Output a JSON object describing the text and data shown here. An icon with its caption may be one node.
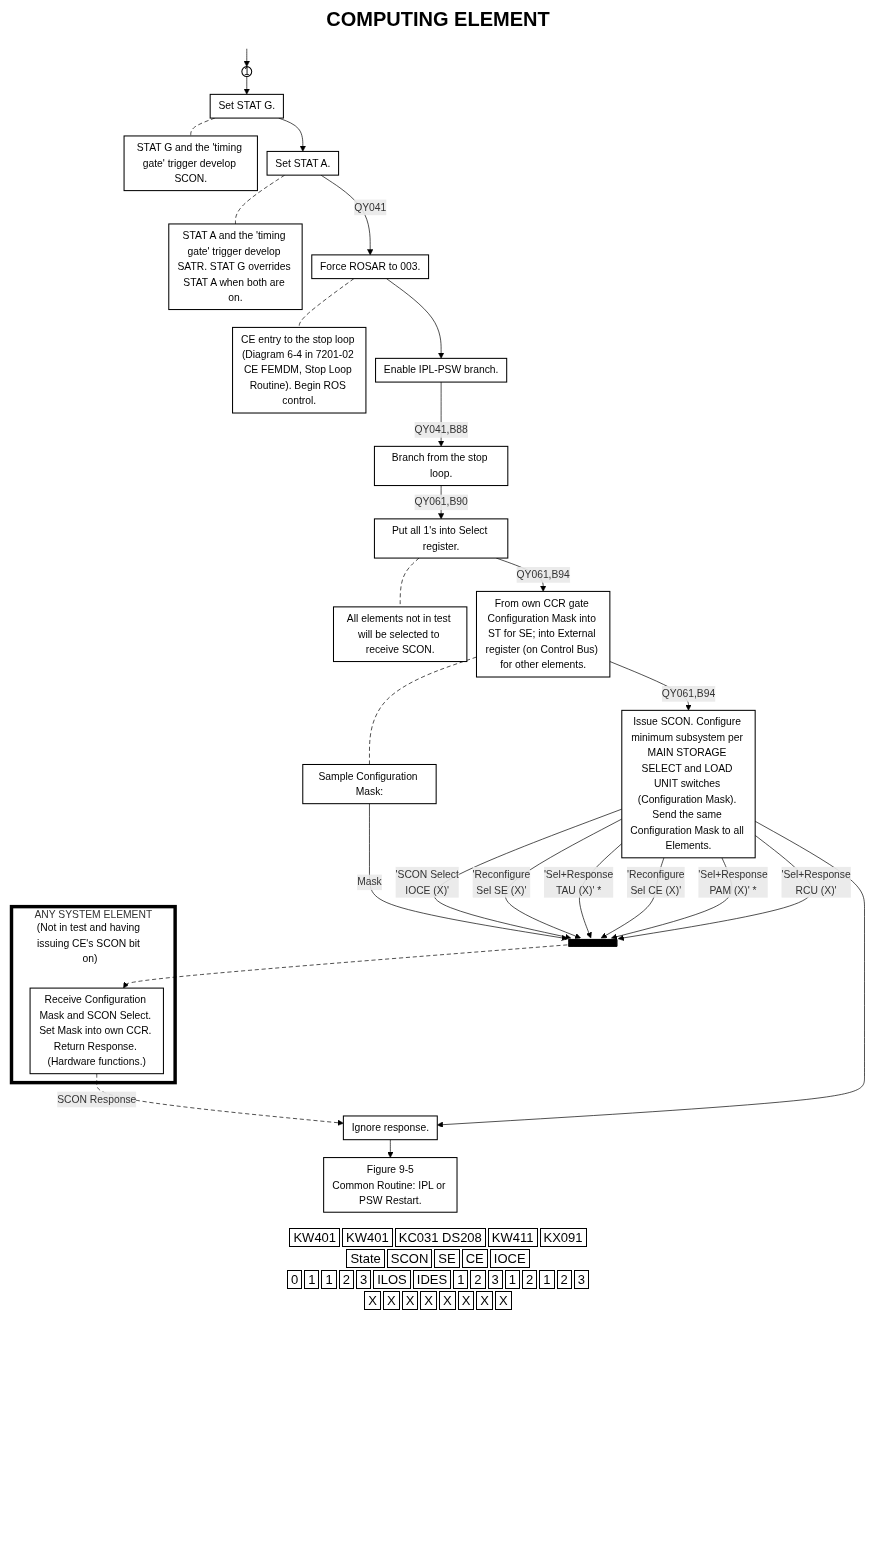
{
  "diagram": {
    "title": "COMPUTING ELEMENT",
    "nodes": [
      {
        "text": [
          "1"
        ]
      },
      {
        "text": [
          "Set STAT G."
        ]
      },
      {
        "text": [
          "STAT G and the 'timing gate' trigger develop SCON."
        ]
      },
      {
        "text": [
          "Set STAT A."
        ]
      },
      {
        "text": [
          "STAT A and the 'timing gate' trigger develop SATR. STAT G overrides STAT A when both are on."
        ]
      },
      {
        "text": [
          "Force ROSAR to 003."
        ]
      },
      {
        "text": [
          "CE entry to the stop loop (Diagram 6-4 in 7201-02 CE FEMDM, Stop Loop Routine). Begin ROS control."
        ]
      },
      {
        "text": [
          "Enable IPL-PSW branch."
        ]
      },
      {
        "text": [
          "Branch from the stop loop."
        ]
      },
      {
        "text": [
          "Put all 1's into Select register."
        ]
      },
      {
        "text": [
          "All elements not in test will be selected to receive SCON."
        ]
      },
      {
        "text": [
          "From own CCR gate Configuration Mask into ST for SE; into External register (on Control Bus) for other elements."
        ]
      },
      {
        "text": [
          "Sample Configuration Mask:"
        ]
      },
      {
        "text": [
          "Issue SCON. Configure minimum subsystem per MAIN STORAGE SELECT and LOAD UNIT switches (Configuration Mask). Send the same Configuration Mask to all Elements."
        ]
      },
      {
        "text": [],
        "shape": "bar"
      },
      {
        "text": [
          "ANY SYSTEM ELEMENT",
          "(Not in test and having issuing CE's SCON bit on)"
        ]
      },
      {
        "text": [
          "Receive Configuration Mask and SCON Select. Set Mask into own CCR. Return Response. (Hardware functions.)"
        ],
        "in": 15
      },
      {
        "text": [
          "Ignore response."
        ]
      },
      {
        "text": [
          "Figure 9-5",
          "Common Routine: IPL or PSW Restart."
        ]
      }
    ],
    "edges": [
      {
        "from": null,
        "to": 0,
        "arrow": "to"
      },
      {
        "from": 0,
        "to": 1,
        "arrow": "to"
      },
      {
        "from": 1,
        "to": 2,
        "arrow": "none",
        "style": "dashed"
      },
      {
        "from": 1,
        "to": 3,
        "arrow": "to"
      },
      {
        "from": 3,
        "to": 4,
        "arrow": "none",
        "style": "dashed"
      },
      {
        "from": 3,
        "to": 5,
        "arrow": "to",
        "label": "QY041"
      },
      {
        "from": 5,
        "to": 6,
        "arrow": "none",
        "style": "dashed"
      },
      {
        "from": 5,
        "to": 7,
        "arrow": "to"
      },
      {
        "from": 7,
        "to": 8,
        "arrow": "to",
        "label": "QY041,B88"
      },
      {
        "from": 8,
        "to": 9,
        "arrow": "to",
        "label": "QY061,B90"
      },
      {
        "from": 9,
        "to": 10,
        "arrow": "none",
        "style": "dashed"
      },
      {
        "from": 9,
        "to": 11,
        "arrow": "to",
        "label": "QY061,B94"
      },
      {
        "from": 11,
        "to": 12,
        "arrow": "none",
        "style": "dashed"
      },
      {
        "from": 11,
        "to": 13,
        "arrow": "to",
        "label": "QY061,B94"
      },
      {
        "from": 12,
        "to": 14,
        "arrow": "to",
        "label": "Mask"
      },
      {
        "from": 13,
        "to": 14,
        "arrow": "to",
        "label": "'SCON Select IOCE (X)'"
      },
      {
        "from": 13,
        "to": 14,
        "arrow": "to",
        "label": "'Reconfigure Sel SE (X)'"
      },
      {
        "from": 13,
        "to": 14,
        "arrow": "to",
        "label": "'Sel+Response TAU (X)' *"
      },
      {
        "from": 13,
        "to": 14,
        "arrow": "to",
        "label": "'Reconfigure Sel CE (X)'"
      },
      {
        "from": 13,
        "to": 14,
        "arrow": "to",
        "label": "'Sel+Response PAM (X)' *"
      },
      {
        "from": 13,
        "to": 14,
        "arrow": "to",
        "label": "'Sel+Response RCU (X)'"
      },
      {
        "from": 14,
        "to": 16,
        "arrow": "to",
        "style": "dashed"
      },
      {
        "from": 13,
        "to": 17,
        "arrow": "to"
      },
      {
        "from": 16,
        "to": 17,
        "arrow": "to",
        "label": "SCON Response",
        "style": "dashed"
      },
      {
        "from": 17,
        "to": 18,
        "arrow": "to"
      }
    ],
    "labels": [
      "KW401",
      "KW401",
      "KC031 DS208",
      "KW411",
      "KX091",
      "State",
      "SCON",
      "SE",
      "CE",
      "IOCE",
      "0",
      "1",
      "1",
      "2",
      "3",
      "ILOS",
      "IDES",
      "1",
      "2",
      "3",
      "1",
      "2",
      "1",
      "2",
      "3",
      "X",
      "X",
      "X",
      "X",
      "X",
      "X",
      "X",
      "X"
    ]
  }
}
